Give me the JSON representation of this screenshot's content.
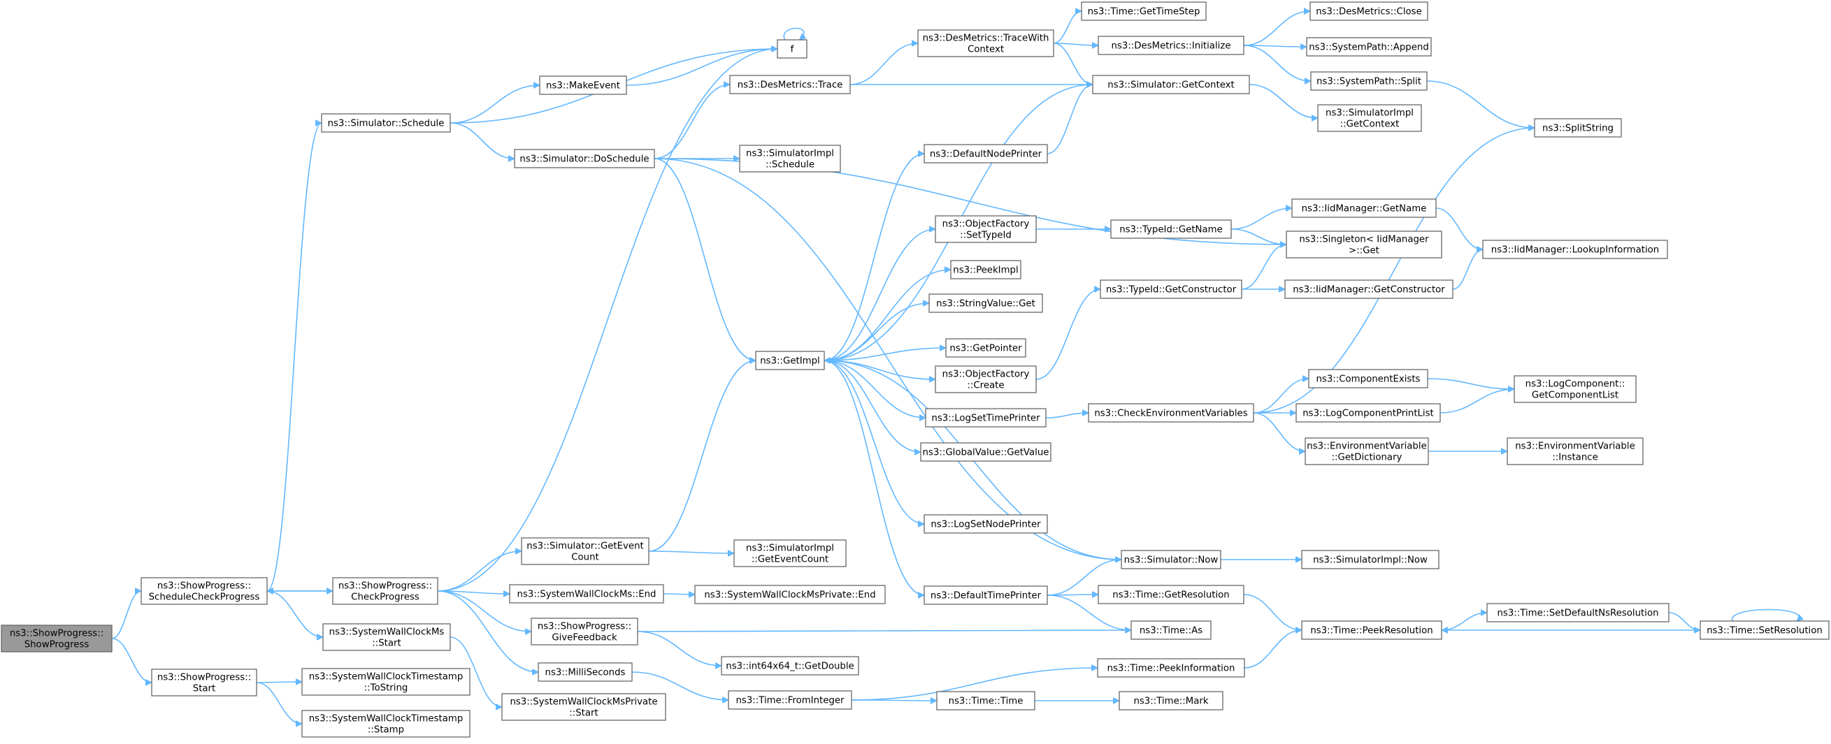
{
  "colors": {
    "edge": "#63b8ff",
    "node_border": "#666666",
    "root_fill": "#999999",
    "node_fill": "#ffffff"
  },
  "nodes": [
    {
      "id": "show_progress",
      "lines": [
        "ns3::ShowProgress::",
        "ShowProgress"
      ],
      "root": true
    },
    {
      "id": "schedule_check_progress",
      "lines": [
        "ns3::ShowProgress::",
        "ScheduleCheckProgress"
      ]
    },
    {
      "id": "start",
      "lines": [
        "ns3::ShowProgress::",
        "Start"
      ]
    },
    {
      "id": "check_progress",
      "lines": [
        "ns3::ShowProgress::",
        "CheckProgress"
      ]
    },
    {
      "id": "simulator_schedule",
      "lines": [
        "ns3::Simulator::Schedule"
      ]
    },
    {
      "id": "swc_ms_start",
      "lines": [
        "ns3::SystemWallClockMs",
        "::Start"
      ]
    },
    {
      "id": "swct_tostring",
      "lines": [
        "ns3::SystemWallClockTimestamp",
        "::ToString"
      ]
    },
    {
      "id": "swct_stamp",
      "lines": [
        "ns3::SystemWallClockTimestamp",
        "::Stamp"
      ]
    },
    {
      "id": "f",
      "lines": [
        "f"
      ]
    },
    {
      "id": "make_event",
      "lines": [
        "ns3::MakeEvent"
      ]
    },
    {
      "id": "do_schedule",
      "lines": [
        "ns3::Simulator::DoSchedule"
      ]
    },
    {
      "id": "get_event_count",
      "lines": [
        "ns3::Simulator::GetEvent",
        "Count"
      ]
    },
    {
      "id": "swc_ms_end",
      "lines": [
        "ns3::SystemWallClockMs::End"
      ]
    },
    {
      "id": "give_feedback",
      "lines": [
        "ns3::ShowProgress::",
        "GiveFeedback"
      ]
    },
    {
      "id": "milliseconds",
      "lines": [
        "ns3::MilliSeconds"
      ]
    },
    {
      "id": "swc_ms_private_start",
      "lines": [
        "ns3::SystemWallClockMsPrivate",
        "::Start"
      ]
    },
    {
      "id": "des_metrics_trace",
      "lines": [
        "ns3::DesMetrics::Trace"
      ]
    },
    {
      "id": "simimpl_schedule",
      "lines": [
        "ns3::SimulatorImpl",
        "::Schedule"
      ]
    },
    {
      "id": "get_impl",
      "lines": [
        "ns3::GetImpl"
      ]
    },
    {
      "id": "simimpl_get_event_count",
      "lines": [
        "ns3::SimulatorImpl",
        "::GetEventCount"
      ]
    },
    {
      "id": "swc_ms_private_end",
      "lines": [
        "ns3::SystemWallClockMsPrivate::End"
      ]
    },
    {
      "id": "int64x64_get_double",
      "lines": [
        "ns3::int64x64_t::GetDouble"
      ]
    },
    {
      "id": "time_from_integer",
      "lines": [
        "ns3::Time::FromInteger"
      ]
    },
    {
      "id": "des_metrics_trace_with_context",
      "lines": [
        "ns3::DesMetrics::TraceWith",
        "Context"
      ]
    },
    {
      "id": "default_node_printer",
      "lines": [
        "ns3::DefaultNodePrinter"
      ]
    },
    {
      "id": "object_factory_set_type_id",
      "lines": [
        "ns3::ObjectFactory",
        "::SetTypeId"
      ]
    },
    {
      "id": "peek_impl",
      "lines": [
        "ns3::PeekImpl"
      ]
    },
    {
      "id": "string_value_get",
      "lines": [
        "ns3::StringValue::Get"
      ]
    },
    {
      "id": "get_pointer",
      "lines": [
        "ns3::GetPointer"
      ]
    },
    {
      "id": "object_factory_create",
      "lines": [
        "ns3::ObjectFactory",
        "::Create"
      ]
    },
    {
      "id": "log_set_time_printer",
      "lines": [
        "ns3::LogSetTimePrinter"
      ]
    },
    {
      "id": "global_value_get_value",
      "lines": [
        "ns3::GlobalValue::GetValue"
      ]
    },
    {
      "id": "log_set_node_printer",
      "lines": [
        "ns3::LogSetNodePrinter"
      ]
    },
    {
      "id": "default_time_printer",
      "lines": [
        "ns3::DefaultTimePrinter"
      ]
    },
    {
      "id": "time_time",
      "lines": [
        "ns3::Time::Time"
      ]
    },
    {
      "id": "time_get_time_step",
      "lines": [
        "ns3::Time::GetTimeStep"
      ]
    },
    {
      "id": "des_metrics_initialize",
      "lines": [
        "ns3::DesMetrics::Initialize"
      ]
    },
    {
      "id": "simulator_get_context",
      "lines": [
        "ns3::Simulator::GetContext"
      ]
    },
    {
      "id": "typeid_get_name",
      "lines": [
        "ns3::TypeId::GetName"
      ]
    },
    {
      "id": "typeid_get_constructor",
      "lines": [
        "ns3::TypeId::GetConstructor"
      ]
    },
    {
      "id": "check_environment_variables",
      "lines": [
        "ns3::CheckEnvironmentVariables"
      ]
    },
    {
      "id": "simulator_now",
      "lines": [
        "ns3::Simulator::Now"
      ]
    },
    {
      "id": "time_get_resolution",
      "lines": [
        "ns3::Time::GetResolution"
      ]
    },
    {
      "id": "time_as",
      "lines": [
        "ns3::Time::As"
      ]
    },
    {
      "id": "time_peek_information",
      "lines": [
        "ns3::Time::PeekInformation"
      ]
    },
    {
      "id": "time_mark",
      "lines": [
        "ns3::Time::Mark"
      ]
    },
    {
      "id": "des_metrics_close",
      "lines": [
        "ns3::DesMetrics::Close"
      ]
    },
    {
      "id": "system_path_append",
      "lines": [
        "ns3::SystemPath::Append"
      ]
    },
    {
      "id": "system_path_split",
      "lines": [
        "ns3::SystemPath::Split"
      ]
    },
    {
      "id": "simimpl_get_context",
      "lines": [
        "ns3::SimulatorImpl",
        "::GetContext"
      ]
    },
    {
      "id": "iid_manager_get_name",
      "lines": [
        "ns3::IidManager::GetName"
      ]
    },
    {
      "id": "singleton_get",
      "lines": [
        "ns3::Singleton< IidManager",
        ">::Get"
      ]
    },
    {
      "id": "iid_manager_get_constructor",
      "lines": [
        "ns3::IidManager::GetConstructor"
      ]
    },
    {
      "id": "component_exists",
      "lines": [
        "ns3::ComponentExists"
      ]
    },
    {
      "id": "log_component_print_list",
      "lines": [
        "ns3::LogComponentPrintList"
      ]
    },
    {
      "id": "env_var_get_dictionary",
      "lines": [
        "ns3::EnvironmentVariable",
        "::GetDictionary"
      ]
    },
    {
      "id": "simimpl_now",
      "lines": [
        "ns3::SimulatorImpl::Now"
      ]
    },
    {
      "id": "time_peek_resolution",
      "lines": [
        "ns3::Time::PeekResolution"
      ]
    },
    {
      "id": "split_string",
      "lines": [
        "ns3::SplitString"
      ]
    },
    {
      "id": "iid_manager_lookup_information",
      "lines": [
        "ns3::IidManager::LookupInformation"
      ]
    },
    {
      "id": "log_component_get_component_list",
      "lines": [
        "ns3::LogComponent::",
        "GetComponentList"
      ]
    },
    {
      "id": "env_var_instance",
      "lines": [
        "ns3::EnvironmentVariable",
        "::Instance"
      ]
    },
    {
      "id": "time_set_default_ns_resolution",
      "lines": [
        "ns3::Time::SetDefaultNsResolution"
      ]
    },
    {
      "id": "time_set_resolution",
      "lines": [
        "ns3::Time::SetResolution"
      ]
    }
  ],
  "edges": [
    [
      "show_progress",
      "schedule_check_progress"
    ],
    [
      "show_progress",
      "start"
    ],
    [
      "schedule_check_progress",
      "check_progress"
    ],
    [
      "schedule_check_progress",
      "simulator_schedule"
    ],
    [
      "check_progress",
      "schedule_check_progress"
    ],
    [
      "check_progress",
      "f"
    ],
    [
      "check_progress",
      "get_event_count"
    ],
    [
      "check_progress",
      "swc_ms_end"
    ],
    [
      "check_progress",
      "give_feedback"
    ],
    [
      "check_progress",
      "milliseconds"
    ],
    [
      "schedule_check_progress",
      "swc_ms_start"
    ],
    [
      "start",
      "swct_tostring"
    ],
    [
      "start",
      "swct_stamp"
    ],
    [
      "swc_ms_start",
      "swc_ms_private_start"
    ],
    [
      "simulator_schedule",
      "f"
    ],
    [
      "simulator_schedule",
      "make_event"
    ],
    [
      "simulator_schedule",
      "do_schedule"
    ],
    [
      "make_event",
      "f"
    ],
    [
      "f",
      "f"
    ],
    [
      "do_schedule",
      "des_metrics_trace"
    ],
    [
      "do_schedule",
      "simimpl_schedule"
    ],
    [
      "do_schedule",
      "get_impl"
    ],
    [
      "do_schedule",
      "singleton_get"
    ],
    [
      "do_schedule",
      "simulator_now"
    ],
    [
      "get_event_count",
      "get_impl"
    ],
    [
      "get_event_count",
      "simimpl_get_event_count"
    ],
    [
      "swc_ms_end",
      "swc_ms_private_end"
    ],
    [
      "give_feedback",
      "time_as"
    ],
    [
      "give_feedback",
      "int64x64_get_double"
    ],
    [
      "milliseconds",
      "time_from_integer"
    ],
    [
      "des_metrics_trace",
      "des_metrics_trace_with_context"
    ],
    [
      "des_metrics_trace",
      "simulator_get_context"
    ],
    [
      "des_metrics_trace_with_context",
      "time_get_time_step"
    ],
    [
      "des_metrics_trace_with_context",
      "des_metrics_initialize"
    ],
    [
      "des_metrics_trace_with_context",
      "simulator_get_context"
    ],
    [
      "des_metrics_initialize",
      "des_metrics_close"
    ],
    [
      "des_metrics_initialize",
      "system_path_append"
    ],
    [
      "des_metrics_initialize",
      "system_path_split"
    ],
    [
      "system_path_split",
      "split_string"
    ],
    [
      "simulator_get_context",
      "get_impl"
    ],
    [
      "simulator_get_context",
      "simimpl_get_context"
    ],
    [
      "get_impl",
      "default_node_printer"
    ],
    [
      "get_impl",
      "object_factory_set_type_id"
    ],
    [
      "get_impl",
      "peek_impl"
    ],
    [
      "get_impl",
      "string_value_get"
    ],
    [
      "get_impl",
      "get_pointer"
    ],
    [
      "get_impl",
      "object_factory_create"
    ],
    [
      "get_impl",
      "log_set_time_printer"
    ],
    [
      "get_impl",
      "global_value_get_value"
    ],
    [
      "get_impl",
      "log_set_node_printer"
    ],
    [
      "get_impl",
      "default_time_printer"
    ],
    [
      "default_node_printer",
      "simulator_get_context"
    ],
    [
      "object_factory_set_type_id",
      "typeid_get_name"
    ],
    [
      "typeid_get_name",
      "iid_manager_get_name"
    ],
    [
      "typeid_get_name",
      "singleton_get"
    ],
    [
      "iid_manager_get_name",
      "iid_manager_lookup_information"
    ],
    [
      "object_factory_create",
      "typeid_get_constructor"
    ],
    [
      "typeid_get_constructor",
      "singleton_get"
    ],
    [
      "typeid_get_constructor",
      "iid_manager_get_constructor"
    ],
    [
      "iid_manager_get_constructor",
      "iid_manager_lookup_information"
    ],
    [
      "log_set_time_printer",
      "check_environment_variables"
    ],
    [
      "check_environment_variables",
      "split_string"
    ],
    [
      "check_environment_variables",
      "component_exists"
    ],
    [
      "check_environment_variables",
      "log_component_print_list"
    ],
    [
      "check_environment_variables",
      "env_var_get_dictionary"
    ],
    [
      "component_exists",
      "log_component_get_component_list"
    ],
    [
      "log_component_print_list",
      "log_component_get_component_list"
    ],
    [
      "env_var_get_dictionary",
      "env_var_instance"
    ],
    [
      "simulator_now",
      "get_impl"
    ],
    [
      "simulator_now",
      "simimpl_now"
    ],
    [
      "default_time_printer",
      "simulator_now"
    ],
    [
      "default_time_printer",
      "time_get_resolution"
    ],
    [
      "default_time_printer",
      "time_as"
    ],
    [
      "time_get_resolution",
      "time_peek_resolution"
    ],
    [
      "time_from_integer",
      "time_peek_information"
    ],
    [
      "time_from_integer",
      "time_time"
    ],
    [
      "time_time",
      "time_mark"
    ],
    [
      "time_peek_information",
      "time_peek_resolution"
    ],
    [
      "time_peek_resolution",
      "time_set_default_ns_resolution"
    ],
    [
      "time_set_default_ns_resolution",
      "time_set_resolution"
    ],
    [
      "time_set_resolution",
      "time_peek_resolution"
    ],
    [
      "time_set_resolution",
      "time_set_resolution"
    ]
  ]
}
